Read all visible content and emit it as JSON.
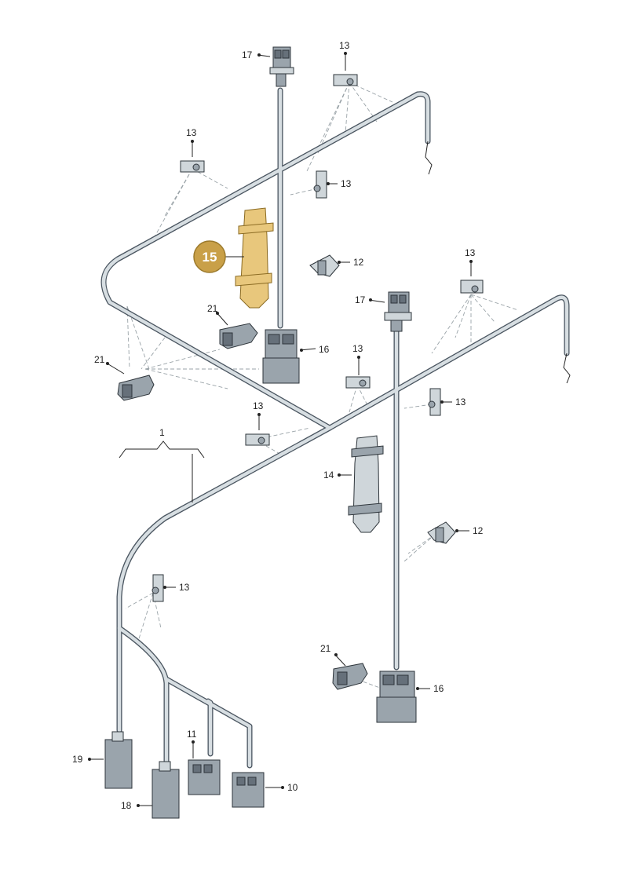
{
  "diagram": {
    "highlight": {
      "label": "15",
      "color": "#c9a048"
    },
    "callouts": [
      {
        "id": "c17a",
        "label": "17"
      },
      {
        "id": "c13a",
        "label": "13"
      },
      {
        "id": "c13b",
        "label": "13"
      },
      {
        "id": "c13c",
        "label": "13"
      },
      {
        "id": "c12a",
        "label": "12"
      },
      {
        "id": "c13d",
        "label": "13"
      },
      {
        "id": "c17b",
        "label": "17"
      },
      {
        "id": "c21a",
        "label": "21"
      },
      {
        "id": "c16a",
        "label": "16"
      },
      {
        "id": "c21b",
        "label": "21"
      },
      {
        "id": "c13e",
        "label": "13"
      },
      {
        "id": "c13f",
        "label": "13"
      },
      {
        "id": "c13g",
        "label": "13"
      },
      {
        "id": "c1",
        "label": "1"
      },
      {
        "id": "c14",
        "label": "14"
      },
      {
        "id": "c12b",
        "label": "12"
      },
      {
        "id": "c13h",
        "label": "13"
      },
      {
        "id": "c21c",
        "label": "21"
      },
      {
        "id": "c16b",
        "label": "16"
      },
      {
        "id": "c11",
        "label": "11"
      },
      {
        "id": "c19",
        "label": "19"
      },
      {
        "id": "c10",
        "label": "10"
      },
      {
        "id": "c18",
        "label": "18"
      }
    ]
  }
}
